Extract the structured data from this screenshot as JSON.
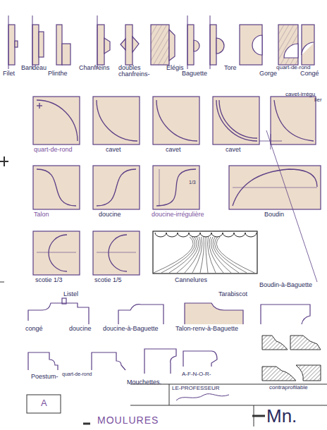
{
  "diagram": {
    "title": "MOULURES",
    "labels": [
      "Filet",
      "Bandeau",
      "Plinthe",
      "Chanfreins",
      "doubles chanfreins-",
      "Elégis",
      "Baguette",
      "Tore",
      "quart-de-rond",
      "Gorge",
      "Congé",
      "quart-de-rond",
      "cavet",
      "cavet",
      "cavet",
      "cavet-irrégu",
      "lier",
      "Talon",
      "doucine",
      "1/3",
      "doucine-irrégulière",
      "Boudin",
      "scotie 1/3",
      "scotie 1/5",
      "Cannelures",
      "Boudin-à-Baguette",
      "Listel",
      "Tarabiscot",
      "congé",
      "doucine",
      "doucine-à-Baguette",
      "Talon-renv-à-Baguette",
      "Poestum-",
      "quart-de-rond",
      "Mouchettes.",
      "A-F-N-O-R-",
      "contraprofilable",
      "LE-PROFESSEUR",
      "A",
      "Mn."
    ]
  }
}
